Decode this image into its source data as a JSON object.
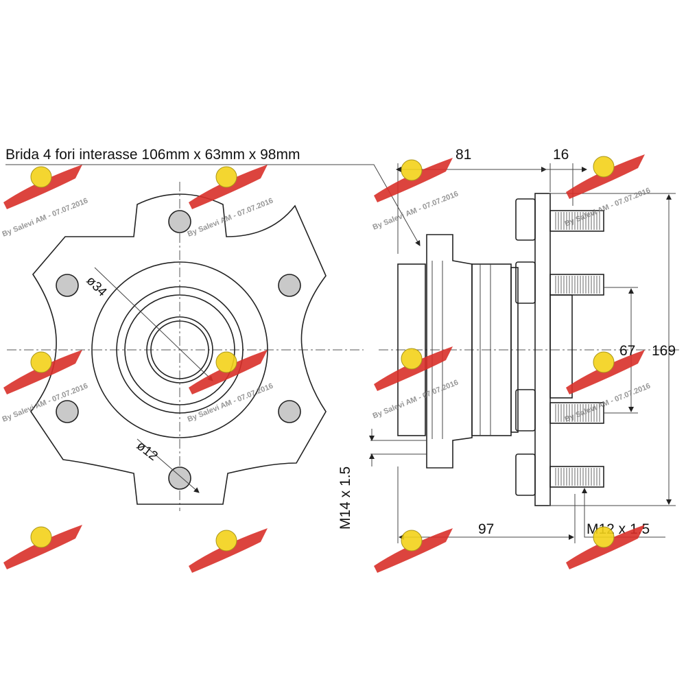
{
  "title": "Brida 4 fori interasse 106mm x 63mm x 98mm",
  "front_view": {
    "bore_label": "ø34",
    "hole_label": "ø12"
  },
  "side_view": {
    "dim_top_left": "81",
    "dim_top_right": "16",
    "dim_stud_spacing": "67",
    "dim_flange_height": "169",
    "dim_length": "97",
    "thread_left": "M14 x 1.5",
    "thread_right": "M12 x 1.5"
  },
  "watermark": {
    "text": "By Salevi AM - 07.07.2016",
    "colors": {
      "wing": "#d9302a",
      "badge": "#f3d21a"
    }
  }
}
